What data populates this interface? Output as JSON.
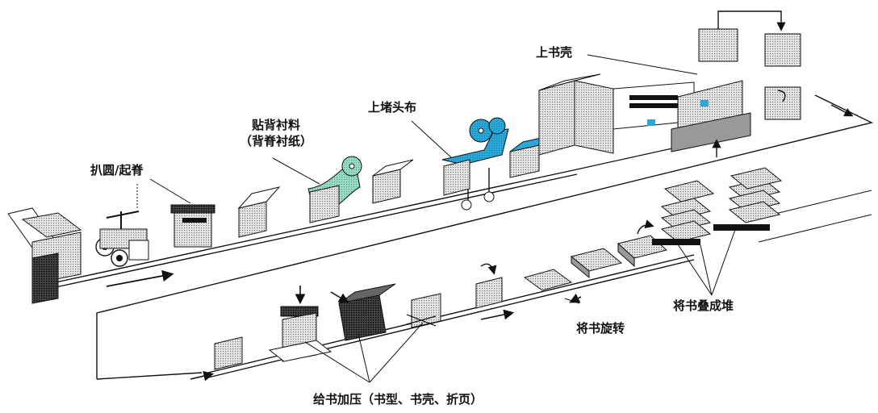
{
  "labels": {
    "remove_round_spine": "扒圆/起脊",
    "back_lining_line1": "贴背衬料",
    "back_lining_line2": "（背脊衬纸）",
    "headband": "上堵头布",
    "casing_in": "上书壳",
    "rotate_book": "将书旋转",
    "stack_books": "将书叠成堆",
    "press_books": "给书加压（书型、书壳、折页）"
  },
  "colors": {
    "cyan_material": "#2aa8d8",
    "green_lining": "#7fcfb4",
    "dark_press": "#222222",
    "line": "#111111",
    "block_gray": "#bdbdbd"
  }
}
